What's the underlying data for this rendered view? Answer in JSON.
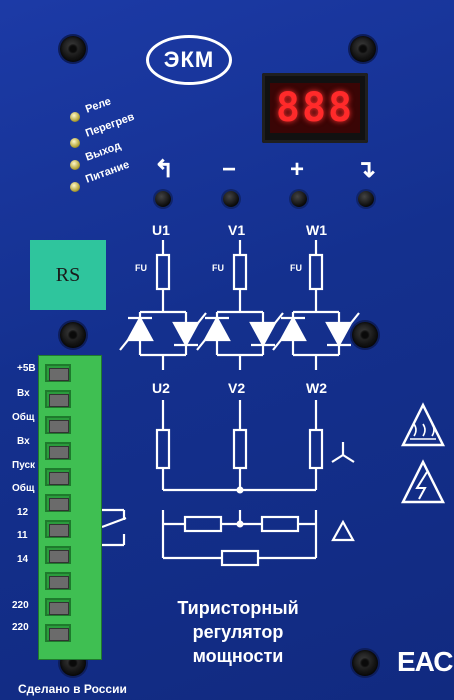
{
  "brand": {
    "logo_text": "ЭКМ"
  },
  "display": {
    "value": "888",
    "color": "#ff2a2a"
  },
  "indicators": [
    {
      "label": "Реле"
    },
    {
      "label": "Перегрев"
    },
    {
      "label": "Выход"
    },
    {
      "label": "Питание"
    }
  ],
  "buttons": [
    {
      "symbol": "↰",
      "icon": "return-left-icon"
    },
    {
      "symbol": "−",
      "icon": "minus-icon"
    },
    {
      "symbol": "+",
      "icon": "plus-icon"
    },
    {
      "symbol": "↴",
      "icon": "return-right-icon"
    }
  ],
  "phases": {
    "inputs": [
      "U1",
      "V1",
      "W1"
    ],
    "outputs": [
      "U2",
      "V2",
      "W2"
    ],
    "fuse_label": "FU"
  },
  "overlay": {
    "label": "RS",
    "color": "#2fc59d"
  },
  "terminal": {
    "labels": [
      "+5В",
      "Вх",
      "Общ",
      "Вх",
      "Пуск",
      "Общ",
      "12",
      "11",
      "14",
      "220",
      "220"
    ]
  },
  "product": {
    "line1": "Тиристорный",
    "line2": "регулятор",
    "line3": "мощности"
  },
  "footer": {
    "made_in": "Сделано в России",
    "cert_mark": "ЕАС"
  },
  "colors": {
    "panel": "#16308f",
    "terminal": "#3fbf52",
    "text": "#ffffff"
  }
}
